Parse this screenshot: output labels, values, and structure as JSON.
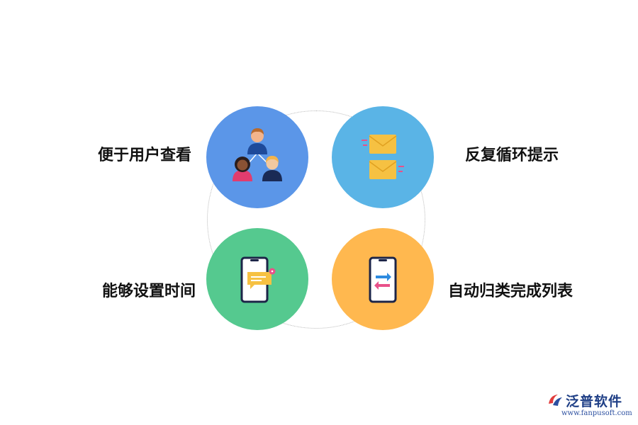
{
  "features": [
    {
      "label": "便于用户查看",
      "color": "#5b96e8",
      "icon": "users-hierarchy-icon"
    },
    {
      "label": "反复循环提示",
      "color": "#5ab4e6",
      "icon": "envelopes-icon"
    },
    {
      "label": "能够设置时间",
      "color": "#55c98f",
      "icon": "phone-notification-icon"
    },
    {
      "label": "自动归类完成列表",
      "color": "#ffb84f",
      "icon": "phone-transfer-icon"
    }
  ],
  "logo": {
    "name": "泛普软件",
    "url": "www.fanpusoft.com"
  }
}
